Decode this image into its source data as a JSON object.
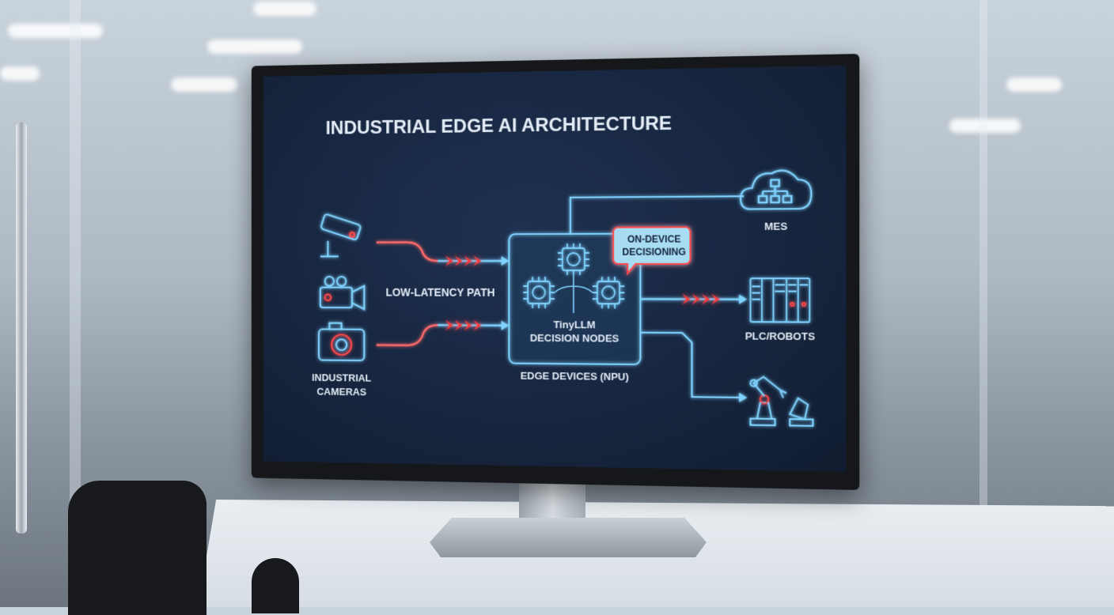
{
  "diagram": {
    "title": "INDUSTRIAL EDGE AI ARCHITECTURE",
    "labels": {
      "low_latency": "LOW-LATENCY PATH",
      "cameras_line1": "INDUSTRIAL",
      "cameras_line2": "CAMERAS",
      "tinyllm_line1": "TinyLLM",
      "tinyllm_line2": "DECISION NODES",
      "edge_devices": "EDGE DEVICES (NPU)",
      "callout_line1": "ON-DEVICE",
      "callout_line2": "DECISIONING",
      "mes": "MES",
      "plc": "PLC/ROBOTS"
    },
    "colors": {
      "background": "#172640",
      "line": "#7fd3ff",
      "accent": "#ff3b3b",
      "callout_bg": "#a8dcf3",
      "text": "#e4ecf6"
    },
    "icons": [
      "cctv-camera-icon",
      "video-camera-icon",
      "photo-camera-icon",
      "npu-chip-icon",
      "cloud-network-icon",
      "plc-rack-icon",
      "robot-arm-icon"
    ]
  }
}
